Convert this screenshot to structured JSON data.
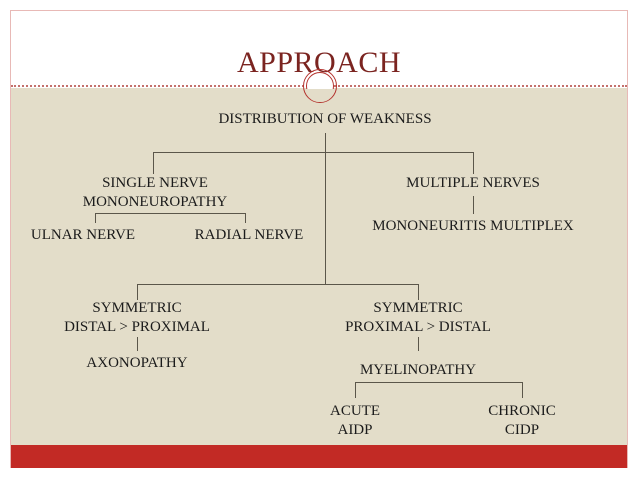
{
  "slide": {
    "title": "APPROACH",
    "title_color": "#7b2420",
    "background_color": "#e3ddc9",
    "header_background": "#ffffff",
    "footer_bar_color": "#c22a25",
    "accent_color": "#b4332e",
    "frame_color": "#e8b9b6",
    "connector_color": "#5b564a"
  },
  "diagram": {
    "type": "flowchart",
    "root": "DISTRIBUTION OF WEAKNESS",
    "nodes": {
      "root": "DISTRIBUTION OF WEAKNESS",
      "single_nerve_line1": "SINGLE NERVE",
      "single_nerve_line2": "MONONEUROPATHY",
      "ulnar_nerve": "ULNAR NERVE",
      "radial_nerve": "RADIAL NERVE",
      "multiple_nerves": "MULTIPLE NERVES",
      "mononeuritis_multiplex": "MONONEURITIS MULTIPLEX",
      "sym_distal_line1": "SYMMETRIC",
      "sym_distal_line2": "DISTAL > PROXIMAL",
      "axonopathy": "AXONOPATHY",
      "sym_proximal_line1": "SYMMETRIC",
      "sym_proximal_line2": "PROXIMAL > DISTAL",
      "myelinopathy": "MYELINOPATHY",
      "acute_line1": "ACUTE",
      "acute_line2": "AIDP",
      "chronic_line1": "CHRONIC",
      "chronic_line2": "CIDP"
    }
  }
}
